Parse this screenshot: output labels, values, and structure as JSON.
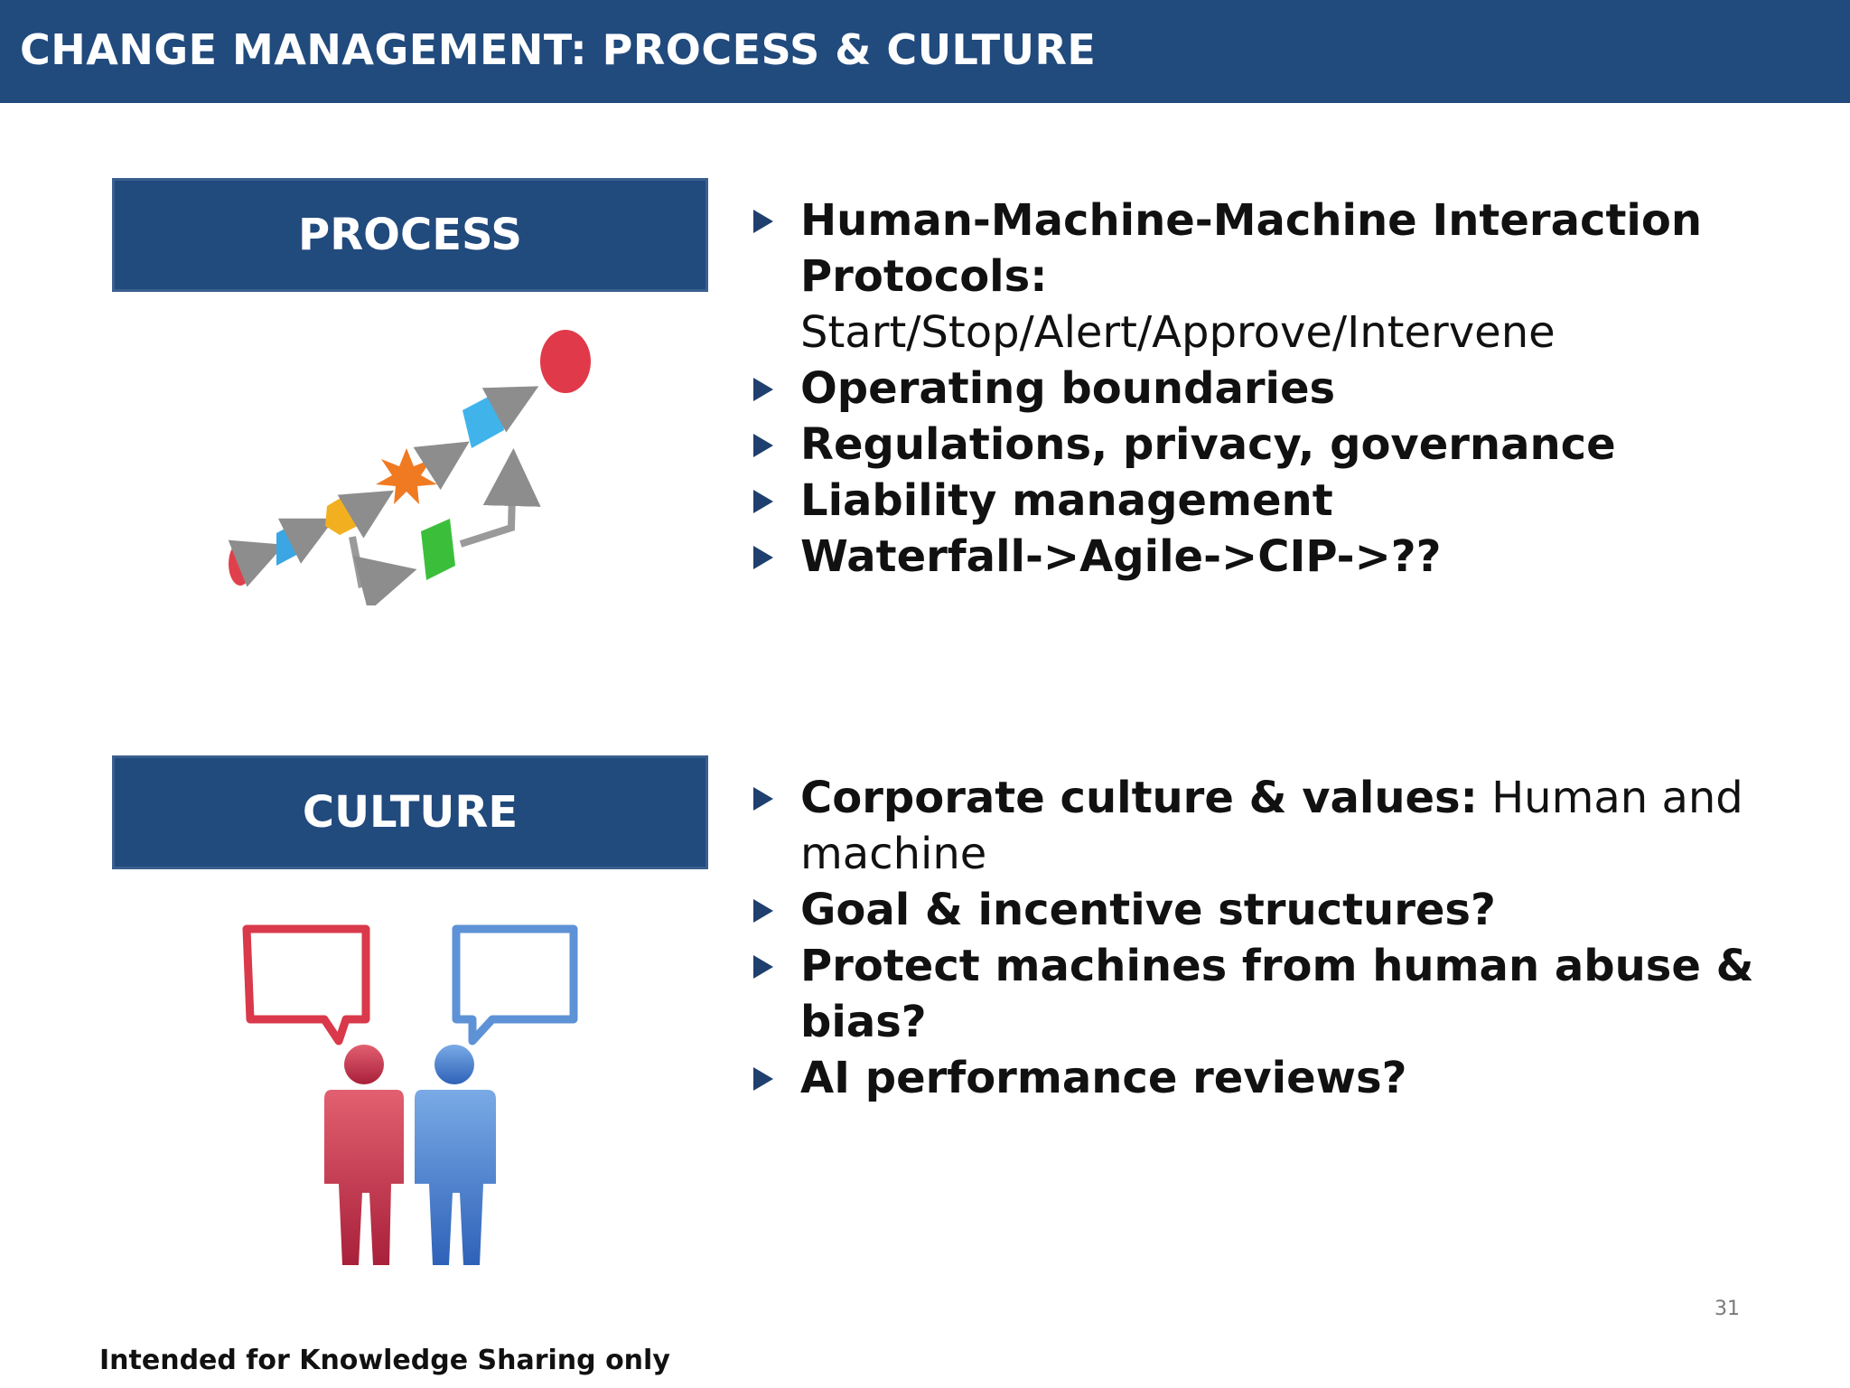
{
  "header": {
    "title": "CHANGE MANAGEMENT: PROCESS & CULTURE"
  },
  "process": {
    "label": "PROCESS",
    "illustration_icon": "process-flow-diagram-icon",
    "bullets": [
      {
        "strong": "Human-Machine-Machine Interaction Protocols:",
        "rest": " Start/Stop/Alert/Approve/Intervene"
      },
      {
        "strong": "Operating boundaries",
        "rest": ""
      },
      {
        "strong": "Regulations, privacy, governance",
        "rest": ""
      },
      {
        "strong": "Liability management",
        "rest": ""
      },
      {
        "strong": "Waterfall->Agile->CIP->??",
        "rest": ""
      }
    ]
  },
  "culture": {
    "label": "CULTURE",
    "illustration_icon": "two-people-talking-icon",
    "bullets": [
      {
        "strong": "Corporate culture & values:",
        "rest": " Human and machine"
      },
      {
        "strong": "Goal & incentive structures?",
        "rest": ""
      },
      {
        "strong": "Protect machines from human abuse & bias?",
        "rest": ""
      },
      {
        "strong": "AI performance reviews?",
        "rest": ""
      }
    ]
  },
  "footer": {
    "page_number": "31",
    "note": "Intended for Knowledge Sharing only"
  },
  "colors": {
    "header_bg": "#214a7d",
    "label_box_bg": "#214a7d",
    "bullet_arrow": "#1f3f6e",
    "accent_red": "#d9394a",
    "accent_blue": "#4a8fd6"
  }
}
